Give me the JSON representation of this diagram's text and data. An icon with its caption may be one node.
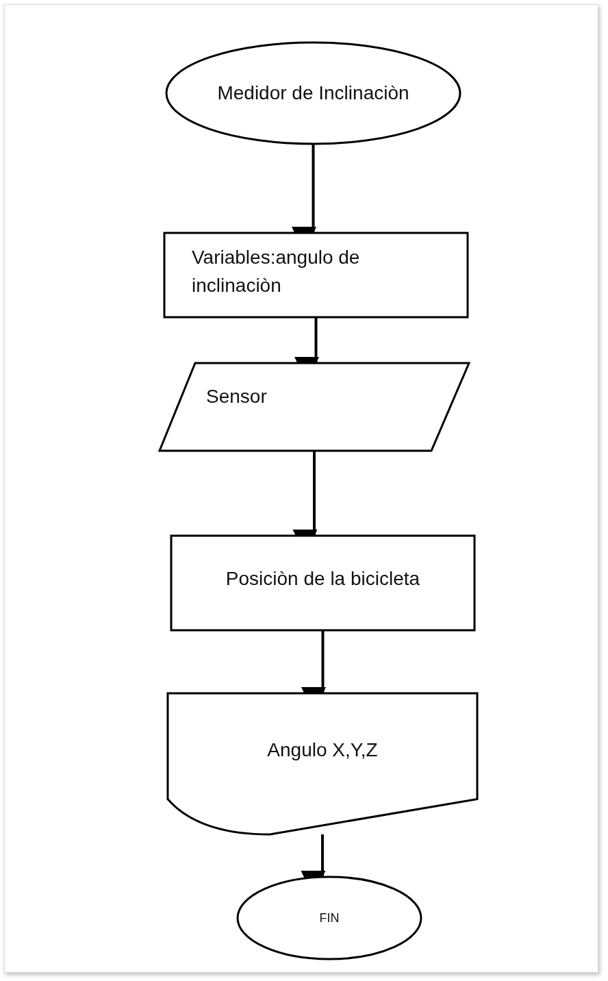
{
  "diagram": {
    "nodes": [
      {
        "text": [
          "Medidor de Inclinaciòn"
        ]
      },
      {
        "text": [
          "Variables:angulo de inclinaciòn"
        ]
      },
      {
        "text": [
          "Sensor"
        ]
      },
      {
        "text": [
          "Posiciòn de la bicicleta"
        ]
      },
      {
        "text": [
          "Angulo X,Y,Z"
        ]
      },
      {
        "text": [
          "FIN"
        ]
      }
    ],
    "edges": [
      {
        "from": 0,
        "to": 1,
        "arrow": "to"
      },
      {
        "from": 1,
        "to": 2,
        "arrow": "to"
      },
      {
        "from": 2,
        "to": 3,
        "arrow": "to"
      },
      {
        "from": 3,
        "to": 4,
        "arrow": "to"
      },
      {
        "from": 4,
        "to": 5,
        "arrow": "to"
      }
    ]
  }
}
